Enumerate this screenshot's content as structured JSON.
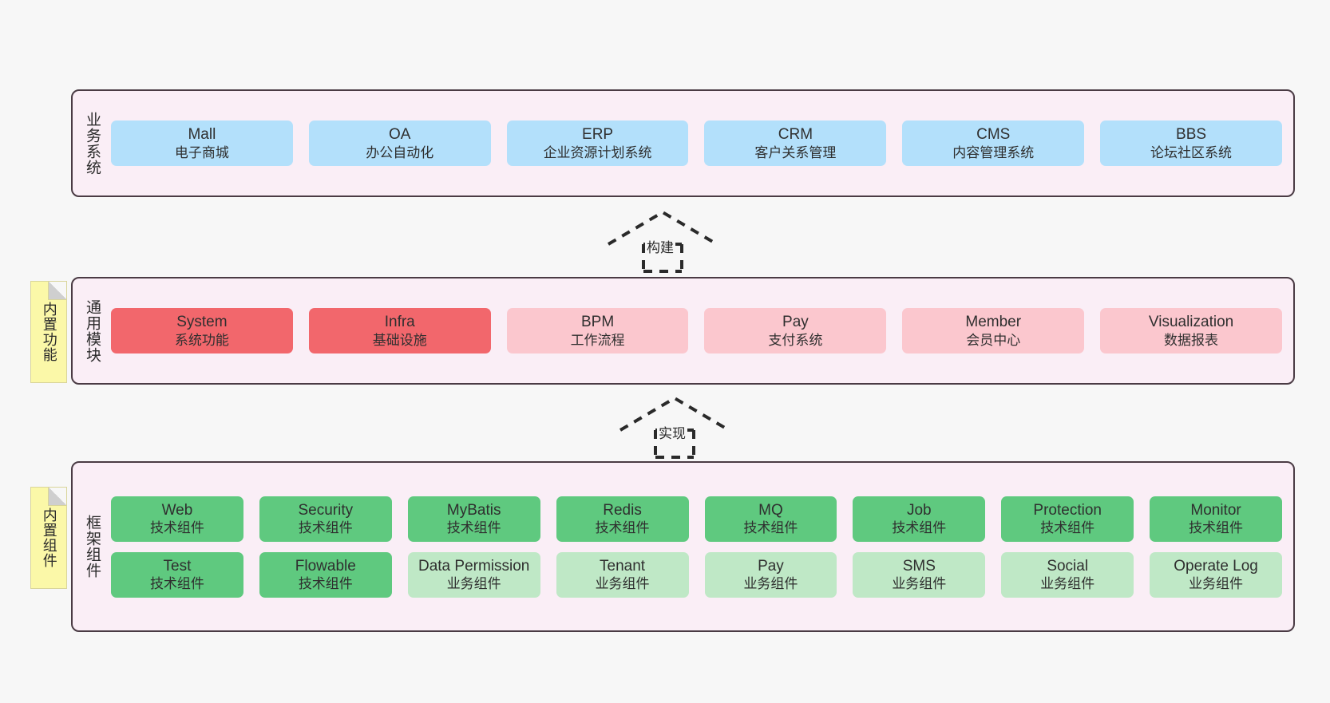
{
  "layers": [
    {
      "id": "business-systems",
      "title": "业务系统",
      "rows": [
        {
          "boxes": [
            {
              "name": "Mall",
              "sub": "电子商城",
              "color": "#b3e0fb",
              "style": "blue"
            },
            {
              "name": "OA",
              "sub": "办公自动化",
              "color": "#b3e0fb",
              "style": "blue"
            },
            {
              "name": "ERP",
              "sub": "企业资源计划系统",
              "color": "#b3e0fb",
              "style": "blue"
            },
            {
              "name": "CRM",
              "sub": "客户关系管理",
              "color": "#b3e0fb",
              "style": "blue"
            },
            {
              "name": "CMS",
              "sub": "内容管理系统",
              "color": "#b3e0fb",
              "style": "blue"
            },
            {
              "name": "BBS",
              "sub": "论坛社区系统",
              "color": "#b3e0fb",
              "style": "blue"
            }
          ]
        }
      ]
    },
    {
      "id": "common-modules",
      "title": "通用模块",
      "sticky": "内置功能",
      "rows": [
        {
          "boxes": [
            {
              "name": "System",
              "sub": "系统功能",
              "color": "#f2676c",
              "style": "red"
            },
            {
              "name": "Infra",
              "sub": "基础设施",
              "color": "#f2676c",
              "style": "red"
            },
            {
              "name": "BPM",
              "sub": "工作流程",
              "color": "#fbc7ce",
              "style": "pink"
            },
            {
              "name": "Pay",
              "sub": "支付系统",
              "color": "#fbc7ce",
              "style": "pink"
            },
            {
              "name": "Member",
              "sub": "会员中心",
              "color": "#fbc7ce",
              "style": "pink"
            },
            {
              "name": "Visualization",
              "sub": "数据报表",
              "color": "#fbc7ce",
              "style": "pink"
            }
          ]
        }
      ]
    },
    {
      "id": "framework-components",
      "title": "框架组件",
      "sticky": "内置组件",
      "rows": [
        {
          "boxes": [
            {
              "name": "Web",
              "sub": "技术组件",
              "color": "#5fc97f",
              "style": "green"
            },
            {
              "name": "Security",
              "sub": "技术组件",
              "color": "#5fc97f",
              "style": "green"
            },
            {
              "name": "MyBatis",
              "sub": "技术组件",
              "color": "#5fc97f",
              "style": "green"
            },
            {
              "name": "Redis",
              "sub": "技术组件",
              "color": "#5fc97f",
              "style": "green"
            },
            {
              "name": "MQ",
              "sub": "技术组件",
              "color": "#5fc97f",
              "style": "green"
            },
            {
              "name": "Job",
              "sub": "技术组件",
              "color": "#5fc97f",
              "style": "green"
            },
            {
              "name": "Protection",
              "sub": "技术组件",
              "color": "#5fc97f",
              "style": "green"
            },
            {
              "name": "Monitor",
              "sub": "技术组件",
              "color": "#5fc97f",
              "style": "green"
            }
          ]
        },
        {
          "boxes": [
            {
              "name": "Test",
              "sub": "技术组件",
              "color": "#5fc97f",
              "style": "green"
            },
            {
              "name": "Flowable",
              "sub": "技术组件",
              "color": "#5fc97f",
              "style": "green"
            },
            {
              "name": "Data Permission",
              "sub": "业务组件",
              "color": "#bfe8c6",
              "style": "lgreen"
            },
            {
              "name": "Tenant",
              "sub": "业务组件",
              "color": "#bfe8c6",
              "style": "lgreen"
            },
            {
              "name": "Pay",
              "sub": "业务组件",
              "color": "#bfe8c6",
              "style": "lgreen"
            },
            {
              "name": "SMS",
              "sub": "业务组件",
              "color": "#bfe8c6",
              "style": "lgreen"
            },
            {
              "name": "Social",
              "sub": "业务组件",
              "color": "#bfe8c6",
              "style": "lgreen"
            },
            {
              "name": "Operate Log",
              "sub": "业务组件",
              "color": "#bfe8c6",
              "style": "lgreen"
            }
          ]
        }
      ]
    }
  ],
  "arrows": [
    {
      "id": "arrow-build",
      "label": "构建"
    },
    {
      "id": "arrow-implement",
      "label": "实现"
    }
  ],
  "colors": {
    "panel_bg": "#faeef6",
    "panel_border": "#4a3b44",
    "canvas_bg": "#f7f7f7",
    "sticky_bg": "#fbf8a8",
    "arrow_stroke": "#2a2a2a"
  }
}
